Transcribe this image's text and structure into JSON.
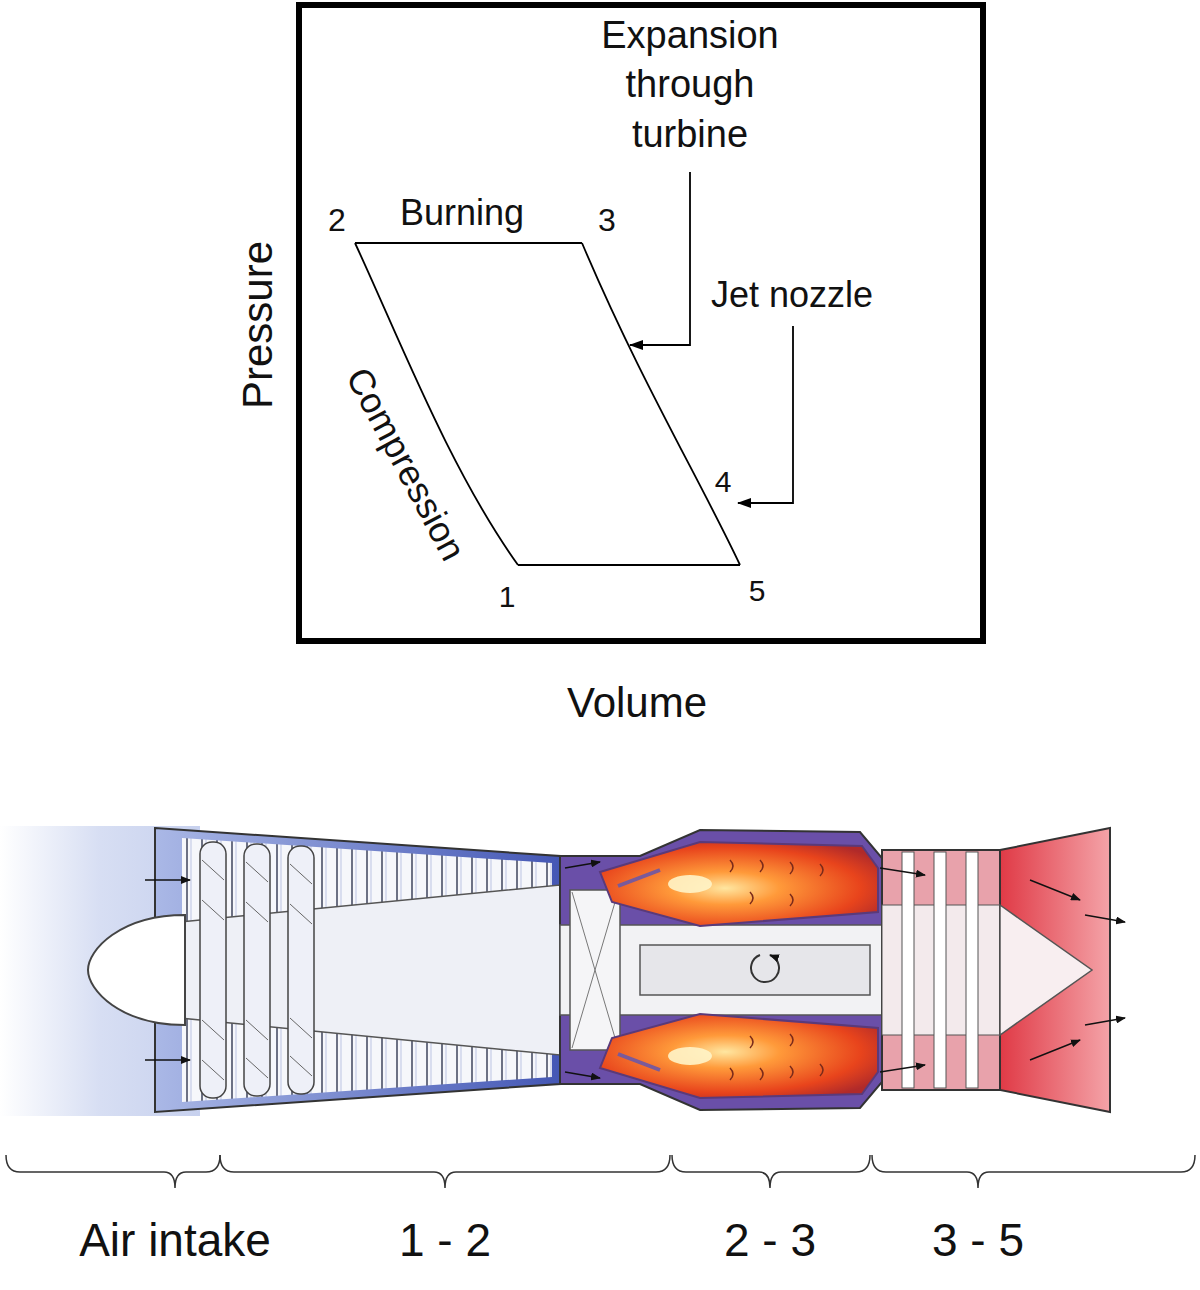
{
  "diagram": {
    "labels": [
      "Expansion through turbine",
      "2",
      "Burning",
      "3",
      "Jet nozzle",
      "4",
      "Compression",
      "1",
      "5",
      "Pressure",
      "Volume",
      "Air intake",
      "1 - 2",
      "2 - 3",
      "3 - 5"
    ]
  }
}
